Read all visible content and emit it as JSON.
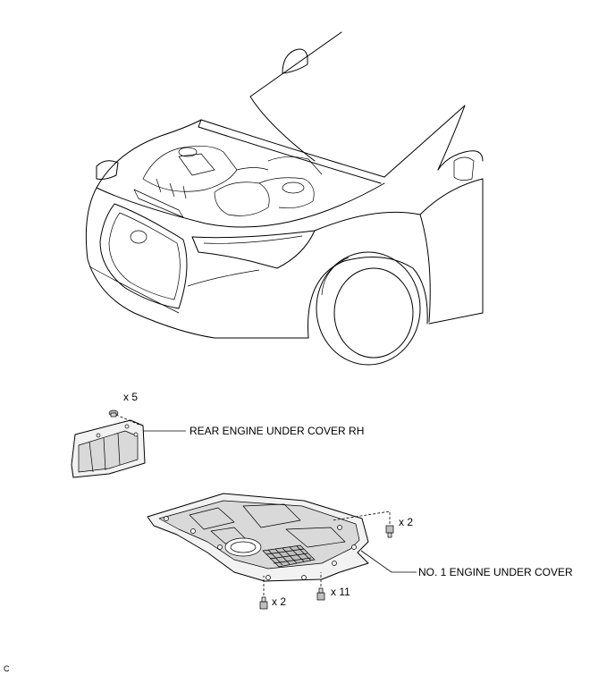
{
  "labels": {
    "rear_cover": "REAR ENGINE UNDER COVER RH",
    "no1_cover": "NO. 1 ENGINE UNDER COVER"
  },
  "quantities": {
    "clips_rear": "x 5",
    "bolts_right": "x 2",
    "bolts_bottom_left": "x 2",
    "bolts_bottom_right": "x 11"
  },
  "corner_code": "C"
}
